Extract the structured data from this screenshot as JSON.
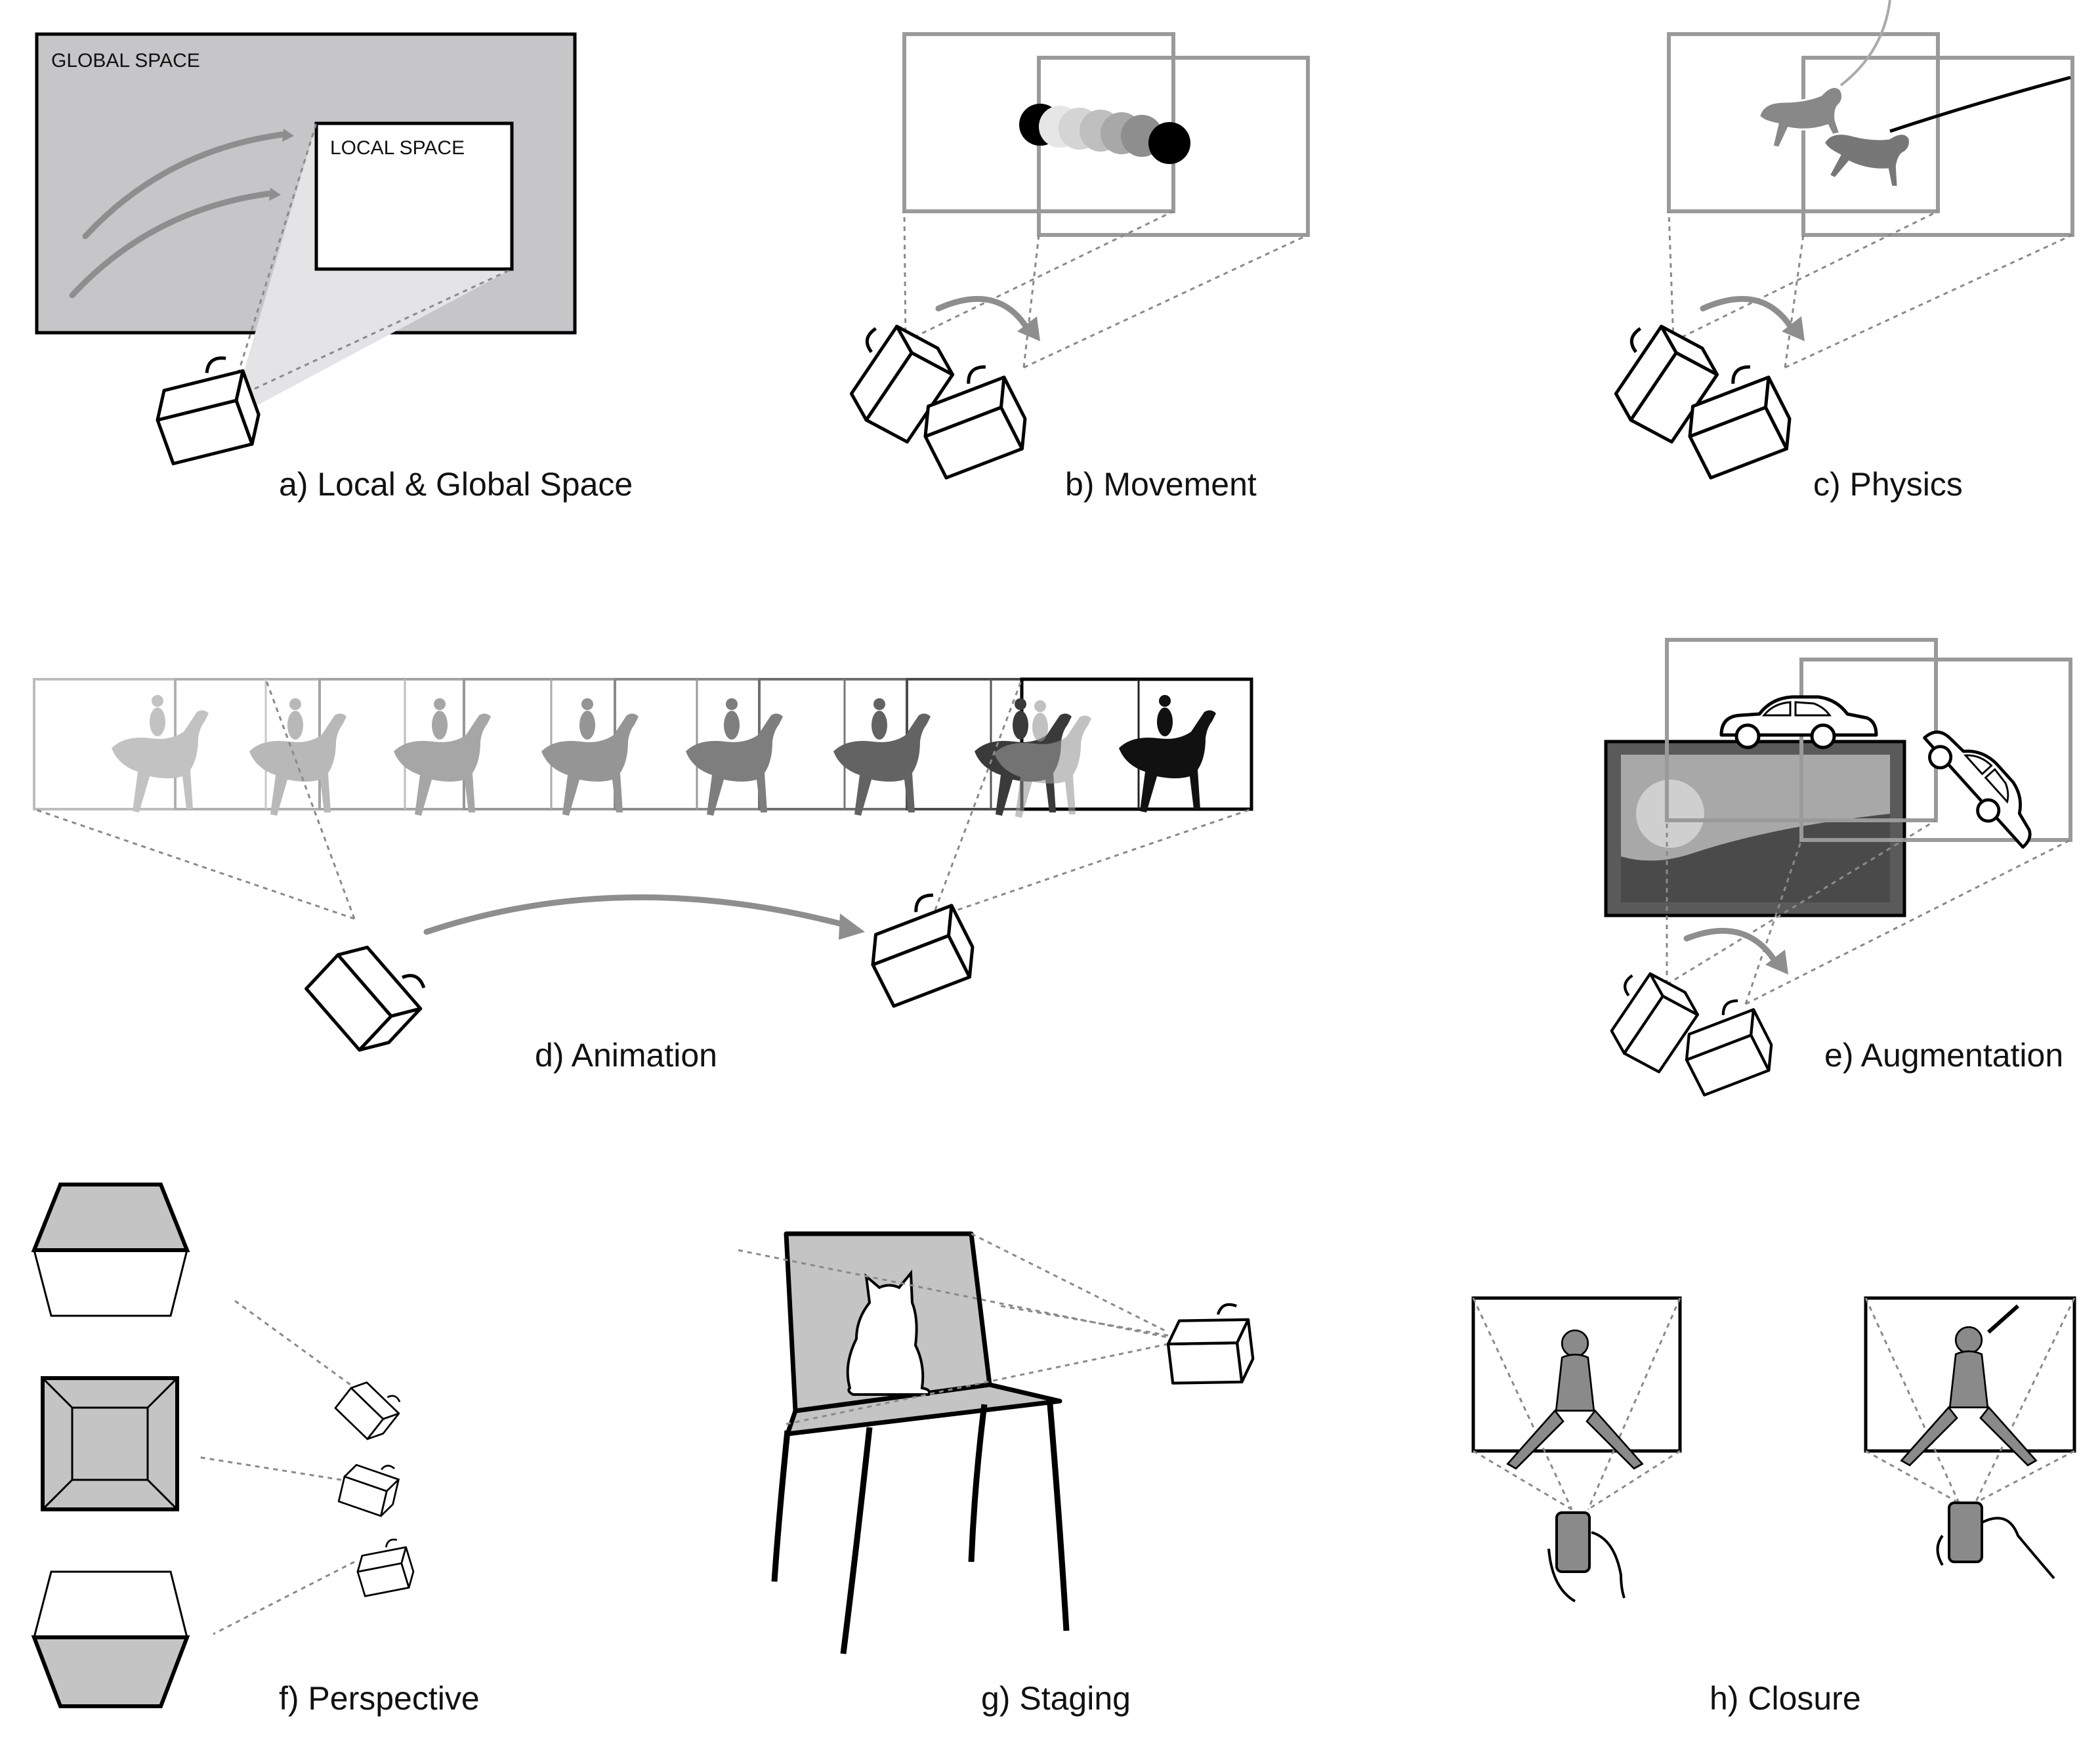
{
  "panels": {
    "a": {
      "caption": "a) Local & Global Space",
      "global_label": "GLOBAL SPACE",
      "local_label": "LOCAL SPACE"
    },
    "b": {
      "caption": "b) Movement"
    },
    "c": {
      "caption": "c) Physics"
    },
    "d": {
      "caption": "d) Animation"
    },
    "e": {
      "caption": "e) Augmentation"
    },
    "f": {
      "caption": "f) Perspective"
    },
    "g": {
      "caption": "g) Staging"
    },
    "h": {
      "caption": "h) Closure"
    }
  },
  "colors": {
    "global_fill": "#c6c6c8",
    "frame_gray": "#9a9a9a",
    "arrow_gray": "#8e8e8e",
    "silhouette_gray": "#7a7a7a",
    "chair_fill": "#c4c4c4",
    "tv_frame": "#5a5a5a",
    "tv_screen_dark": "#4a4a4a",
    "tv_screen_light": "#a8a8a8"
  },
  "icons": [
    "projector-icon",
    "horse-icon",
    "dog-icon",
    "car-icon",
    "cat-icon",
    "chair-icon",
    "phone-icon",
    "hand-icon",
    "pitcher-icon",
    "batter-icon",
    "ball-icon",
    "box-icon"
  ]
}
